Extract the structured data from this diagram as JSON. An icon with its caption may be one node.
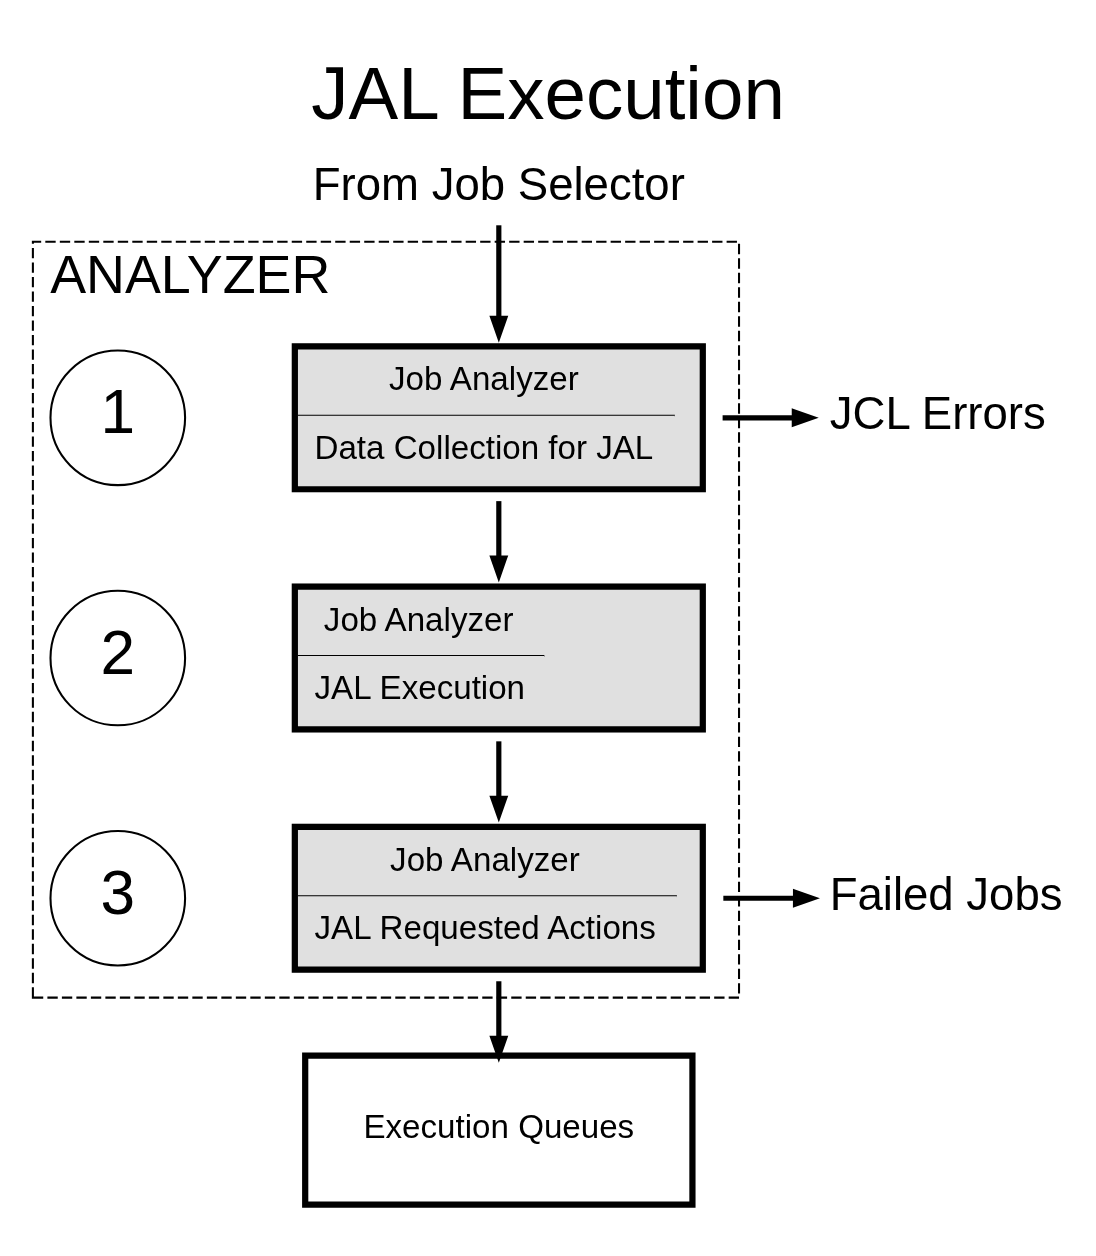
{
  "diagram": {
    "title": "JAL Execution",
    "nodes": [
      {
        "text": [
          "ANALYZER"
        ]
      },
      {
        "text": [
          "From Job Selector"
        ]
      },
      {
        "text": [
          "1"
        ],
        "in": 0
      },
      {
        "text": [
          "Job Analyzer",
          "Data Collection for JAL"
        ],
        "in": 0
      },
      {
        "text": [
          "JCL Errors"
        ]
      },
      {
        "text": [
          "2"
        ],
        "in": 0
      },
      {
        "text": [
          "Job Analyzer",
          "JAL Execution"
        ],
        "in": 0
      },
      {
        "text": [
          "3"
        ],
        "in": 0
      },
      {
        "text": [
          "Job Analyzer",
          "JAL Requested Actions"
        ],
        "in": 0
      },
      {
        "text": [
          "Failed Jobs"
        ]
      },
      {
        "text": [
          "Execution Queues"
        ]
      }
    ],
    "edges": [
      {
        "from": 1,
        "to": 3,
        "arrow": "to"
      },
      {
        "from": 3,
        "to": 4,
        "arrow": "to"
      },
      {
        "from": 3,
        "to": 6,
        "arrow": "to"
      },
      {
        "from": 6,
        "to": 8,
        "arrow": "to"
      },
      {
        "from": 8,
        "to": 9,
        "arrow": "to"
      },
      {
        "from": 8,
        "to": 10,
        "arrow": "to"
      }
    ]
  }
}
